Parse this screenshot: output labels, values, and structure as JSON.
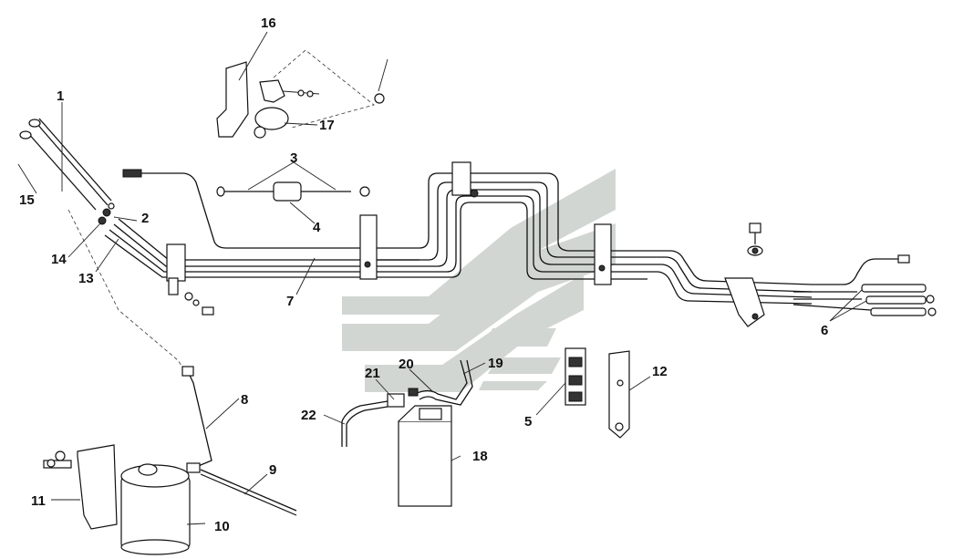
{
  "diagram": {
    "callouts": [
      {
        "id": "c1",
        "text": "1"
      },
      {
        "id": "c2",
        "text": "2"
      },
      {
        "id": "c3",
        "text": "3"
      },
      {
        "id": "c4",
        "text": "4"
      },
      {
        "id": "c5",
        "text": "5"
      },
      {
        "id": "c6",
        "text": "6"
      },
      {
        "id": "c7",
        "text": "7"
      },
      {
        "id": "c8",
        "text": "8"
      },
      {
        "id": "c9",
        "text": "9"
      },
      {
        "id": "c10",
        "text": "10"
      },
      {
        "id": "c11",
        "text": "11"
      },
      {
        "id": "c12",
        "text": "12"
      },
      {
        "id": "c13",
        "text": "13"
      },
      {
        "id": "c14",
        "text": "14"
      },
      {
        "id": "c15",
        "text": "15"
      },
      {
        "id": "c16",
        "text": "16"
      },
      {
        "id": "c17",
        "text": "17"
      },
      {
        "id": "c18",
        "text": "18"
      },
      {
        "id": "c19",
        "text": "19"
      },
      {
        "id": "c20",
        "text": "20"
      },
      {
        "id": "c21",
        "text": "21"
      },
      {
        "id": "c22",
        "text": "22"
      }
    ],
    "watermark_color": "#c9d0cc"
  }
}
